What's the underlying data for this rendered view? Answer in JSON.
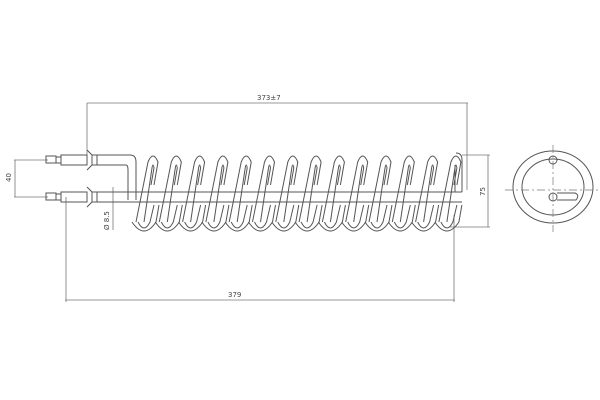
{
  "drawing": {
    "dim_overall_coil": "373±7",
    "dim_total_length": "379",
    "dim_lead_spacing": "40",
    "dim_tube_diameter": "Ø 8.5",
    "dim_coil_height": "75",
    "coil_turns": 14
  }
}
